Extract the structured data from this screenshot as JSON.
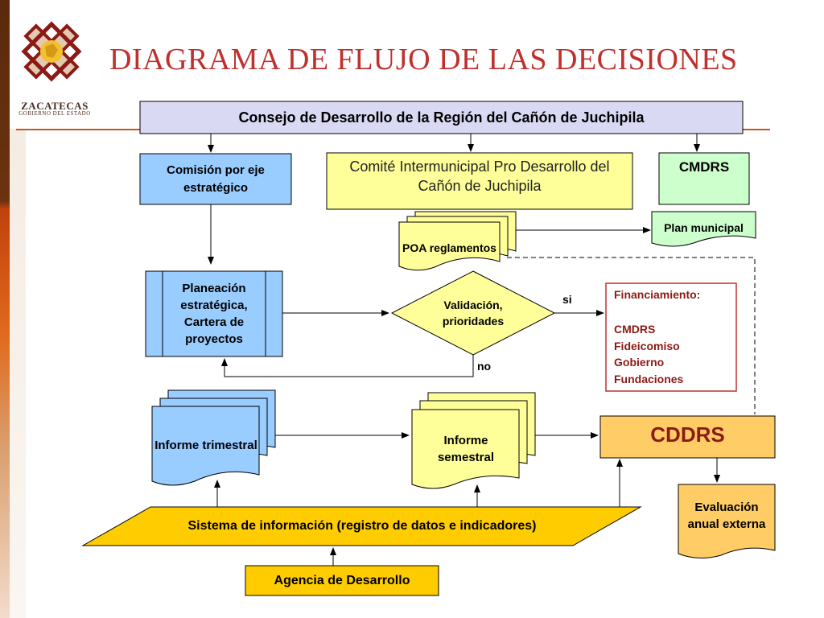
{
  "header": {
    "title": "DIAGRAMA DE FLUJO DE LAS DECISIONES",
    "logo_text": "ZACATECAS",
    "logo_subtext": "GOBIERNO DEL ESTADO"
  },
  "nodes": {
    "consejo": "Consejo de Desarrollo de la Región del Cañón de Juchipila",
    "comision": "Comisión por eje estratégico",
    "comite": "Comité Intermunicipal Pro Desarrollo del Cañón de Juchipila",
    "cmdrs": "CMDRS",
    "poa": "POA reglamentos",
    "plan_municipal": "Plan municipal",
    "planeacion": "Planeación estratégica, Cartera de proyectos",
    "validacion": "Validación, prioridades",
    "financiamiento_title": "Financiamiento:",
    "financiamiento_items": [
      "CMDRS",
      "Fideicomiso",
      "Gobierno",
      "Fundaciones"
    ],
    "informe_trimestral": "Informe trimestral",
    "informe_semestral": "Informe semestral",
    "cddrs": "CDDRS",
    "evaluacion": "Evaluación anual externa",
    "sistema": "Sistema de información (registro de datos e indicadores)",
    "agencia": "Agencia de Desarrollo"
  },
  "edge_labels": {
    "si": "si",
    "no": "no"
  },
  "colors": {
    "title": "#c0302c",
    "lavender": "#d9d9f3",
    "blue": "#99ccff",
    "yellow": "#ffff99",
    "green": "#ccffcc",
    "orange": "#ffcc66",
    "gold": "#ffcc00",
    "financiamiento_border": "#c0302c"
  }
}
